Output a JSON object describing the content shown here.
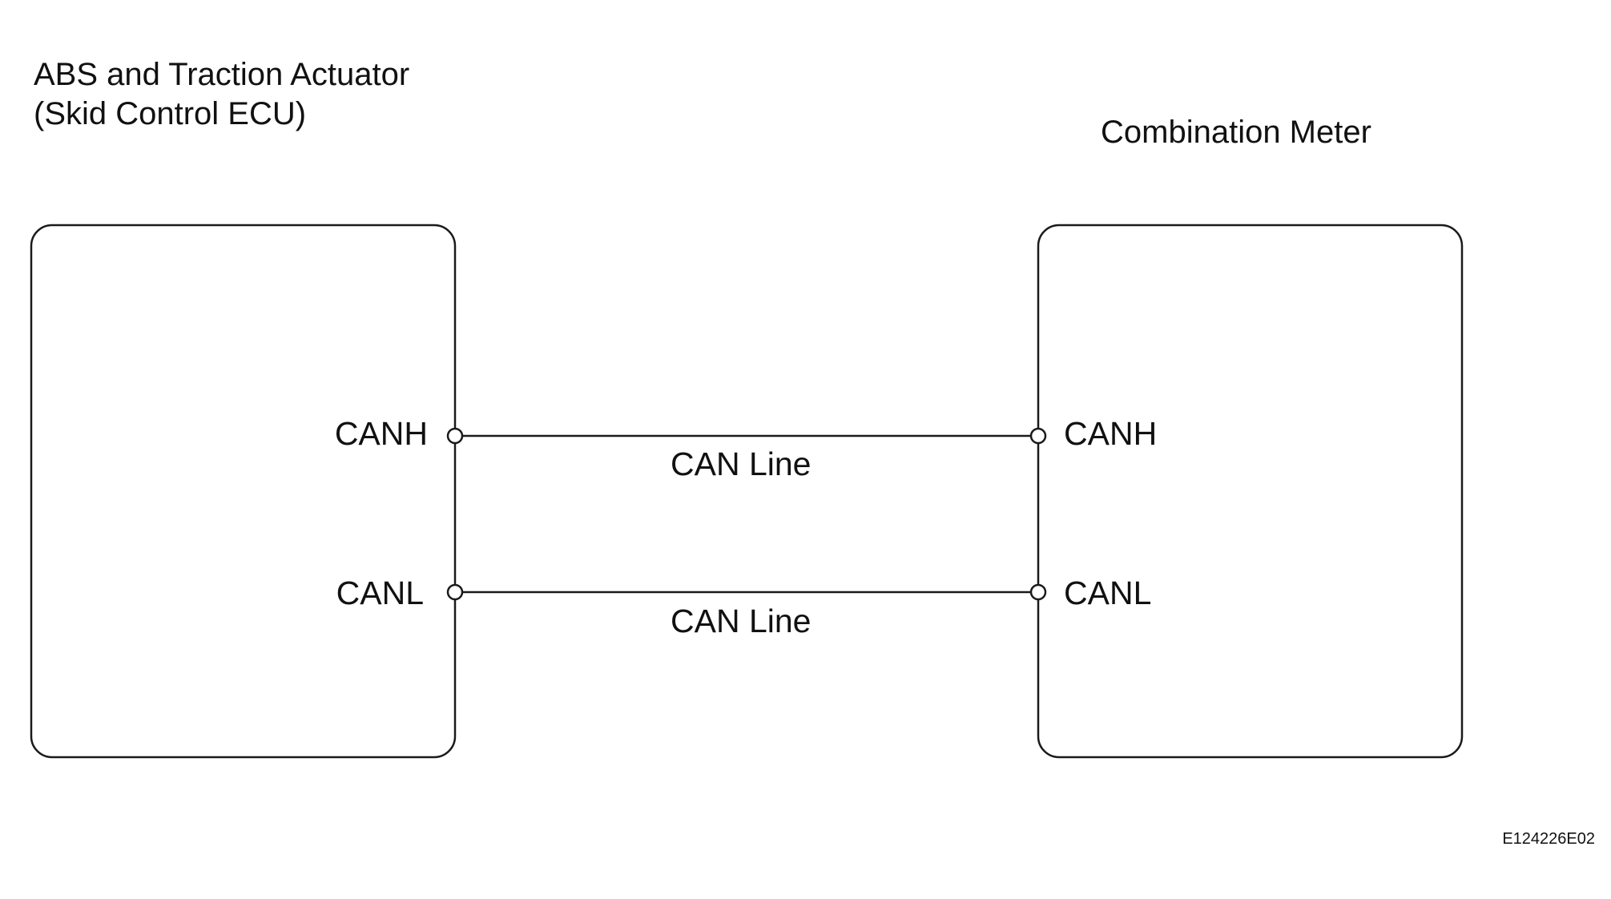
{
  "left_ecu": {
    "title_line1": "ABS and Traction Actuator",
    "title_line2": "(Skid Control ECU)",
    "pin_high": "CANH",
    "pin_low": "CANL"
  },
  "right_ecu": {
    "title": "Combination Meter",
    "pin_high": "CANH",
    "pin_low": "CANL"
  },
  "wires": [
    {
      "label": "CAN Line"
    },
    {
      "label": "CAN Line"
    }
  ],
  "figure_code": "E124226E02",
  "colors": {
    "line": "#1a1a1a",
    "background": "#ffffff"
  }
}
